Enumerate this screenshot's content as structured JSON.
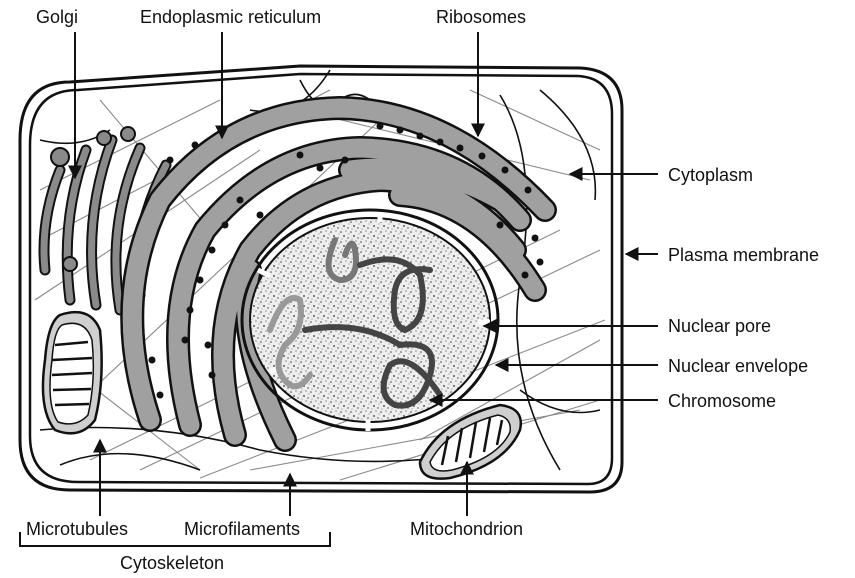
{
  "diagram": {
    "labels": {
      "golgi": "Golgi",
      "endoplasmic_reticulum": "Endoplasmic reticulum",
      "ribosomes": "Ribosomes",
      "cytoplasm": "Cytoplasm",
      "plasma_membrane": "Plasma membrane",
      "nuclear_pore": "Nuclear pore",
      "nuclear_envelope": "Nuclear envelope",
      "chromosome": "Chromosome",
      "microtubules": "Microtubules",
      "microfilaments": "Microfilaments",
      "mitochondrion": "Mitochondrion",
      "cytoskeleton": "Cytoskeleton"
    },
    "colors": {
      "outline": "#111111",
      "organelle_fill": "#9a9a9a",
      "nucleus_fill": "#e8e8e8",
      "fiber": "#8a8a8a"
    }
  }
}
